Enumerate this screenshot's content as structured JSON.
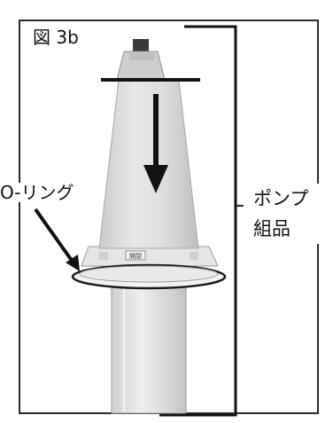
{
  "figure": {
    "label": "図 3b"
  },
  "callouts": {
    "o_ring": "O-リング",
    "pump_assembly_line1": "ポンプ",
    "pump_assembly_line2": "組品"
  },
  "pump": {
    "cap_label": "開閉"
  },
  "colors": {
    "frame": "#2b2b2b",
    "pump_body": "#dcdcdc",
    "outline": "#1a1a1a"
  }
}
